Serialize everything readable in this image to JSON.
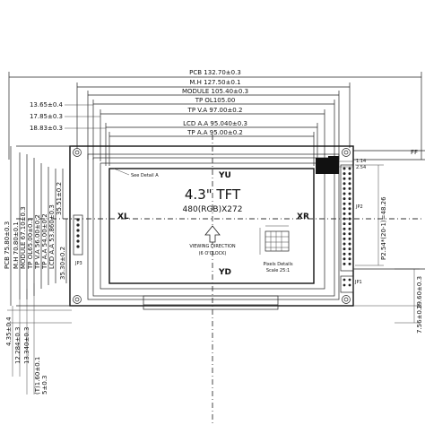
{
  "top_dimensions": [
    {
      "id": "pcb",
      "label": "PCB 132.70±0.3"
    },
    {
      "id": "mh",
      "label": "M.H 127.50±0.1"
    },
    {
      "id": "module",
      "label": "MODULE 105.40±0.3"
    },
    {
      "id": "tp-ol",
      "label": "TP  OL105.00"
    },
    {
      "id": "tp-va",
      "label": "TP  V.A 97.00±0.2"
    },
    {
      "id": "lcd-aa",
      "label": "LCD A.A 95.040±0.3"
    },
    {
      "id": "tp-aa",
      "label": "TP A.A 95.00±0.2"
    }
  ],
  "left_offsets": [
    "13.65±0.4",
    "17.85±0.3",
    "18.83±0.3"
  ],
  "vertical_dimensions": [
    "PCB 75.80±0.3",
    "M.H 70.80±0.1",
    "MODULE 67.10±0.3",
    "TP OL65.00±0.3",
    "TP V.A 56.00±0.2",
    "TP A.A 54.00±0.2",
    "LCD A.A 53.860±0.3",
    "35.51±0.2",
    "35.30±0.2"
  ],
  "bottom_offsets": [
    "4.35±0.4",
    "12.284±0.3",
    "13.340±0.3",
    "(T)1.60±0.1",
    "5±0.3"
  ],
  "display": {
    "title": "4.3\" TFT",
    "resolution": "480(RGB)X272",
    "yu": "YU",
    "yd": "YD",
    "xl": "XL",
    "xr": "XR",
    "viewing_line1": "VIEWING DIRECTION",
    "viewing_line2": "(6 O'CLOCK)",
    "see_detail": "See Detail A"
  },
  "pixels": {
    "label": "Pixels Details",
    "scale": "Scale 25:1"
  },
  "right_labels": {
    "ff": "FF",
    "pitch_total": "P2.54*(20-1)=48.26",
    "jp2": "JP2",
    "jp1": "JP1",
    "jp3": "JP3",
    "dim_19": "19.60±0.3",
    "dim_7": "7.56±0.3",
    "small_1": "1.14",
    "small_2": "2.54"
  }
}
